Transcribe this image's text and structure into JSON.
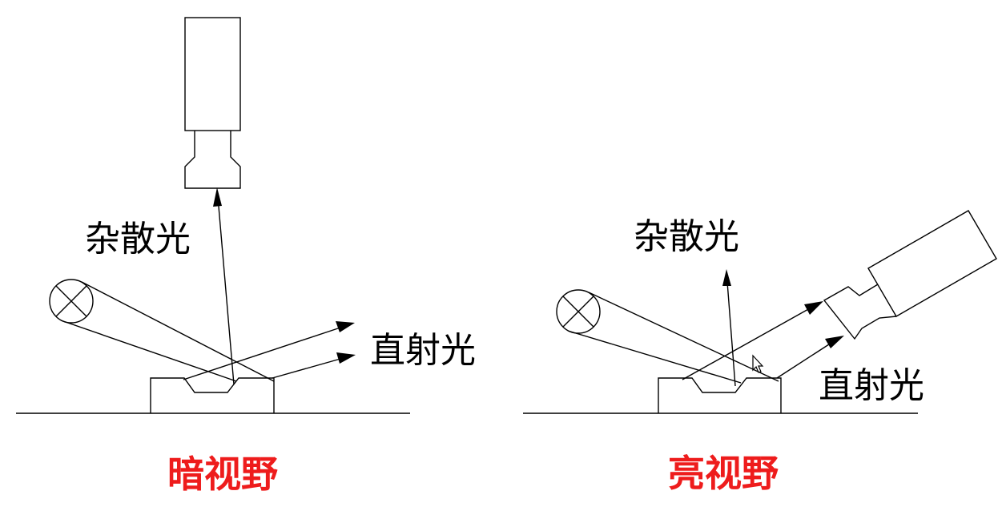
{
  "left": {
    "scattered_label": "杂散光",
    "direct_label": "直射光",
    "caption": "暗视野"
  },
  "right": {
    "scattered_label": "杂散光",
    "direct_label": "直射光",
    "caption": "亮视野"
  },
  "colors": {
    "caption": "#ee1c1c",
    "line": "#000000",
    "background": "#ffffff"
  }
}
